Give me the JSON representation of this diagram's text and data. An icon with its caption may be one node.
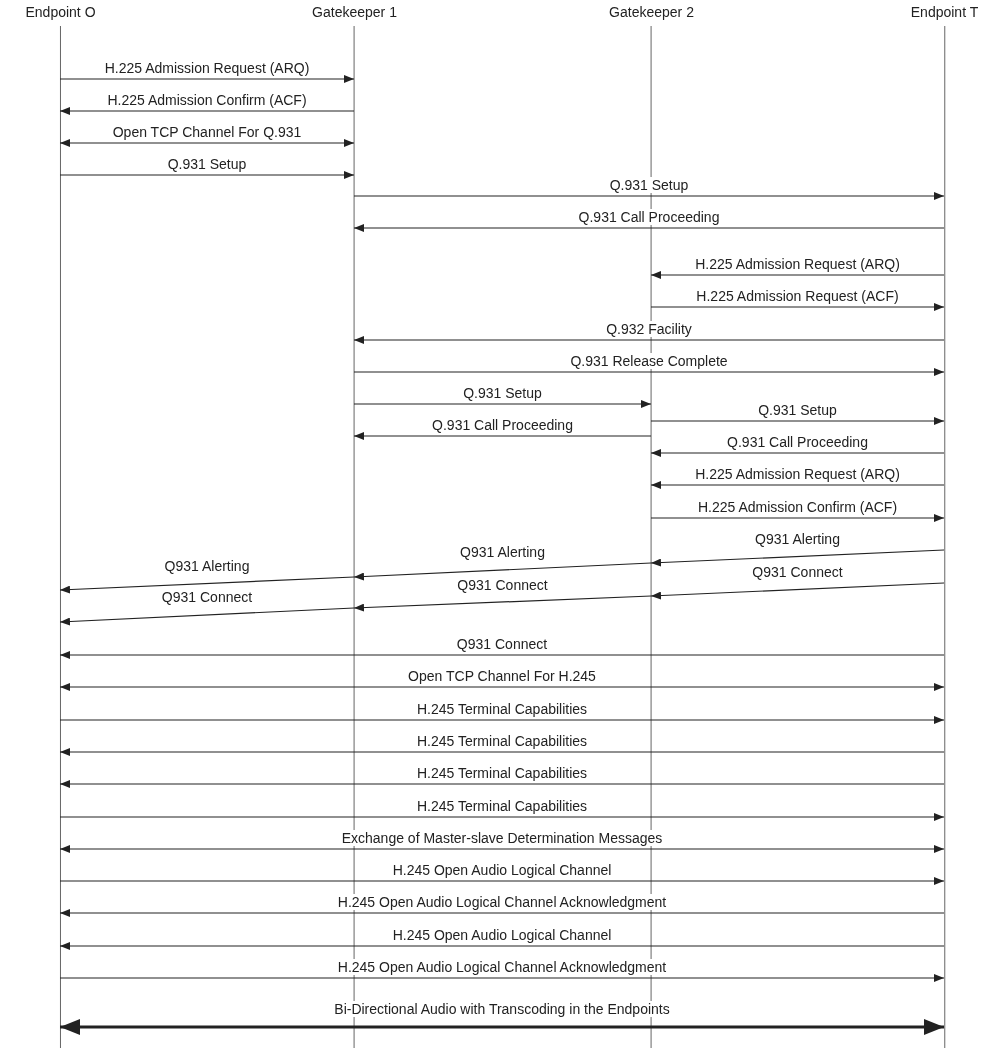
{
  "diagram": {
    "nodes": [
      {
        "text": [
          "Endpoint O"
        ]
      },
      {
        "text": [
          "Gatekeeper 1"
        ]
      },
      {
        "text": [
          "Gatekeeper 2"
        ]
      },
      {
        "text": [
          "Endpoint T"
        ]
      }
    ],
    "edges": [
      {
        "from": 0,
        "to": 1,
        "arrow": "to",
        "label": "H.225 Admission Request (ARQ)"
      },
      {
        "from": 1,
        "to": 0,
        "arrow": "to",
        "label": "H.225 Admission Confirm (ACF)"
      },
      {
        "from": 0,
        "to": 1,
        "arrow": "both",
        "label": "Open TCP Channel For Q.931"
      },
      {
        "from": 0,
        "to": 1,
        "arrow": "to",
        "label": "Q.931 Setup"
      },
      {
        "from": 1,
        "to": 3,
        "arrow": "to",
        "label": "Q.931 Setup"
      },
      {
        "from": 3,
        "to": 1,
        "arrow": "to",
        "label": "Q.931 Call Proceeding"
      },
      {
        "from": 3,
        "to": 2,
        "arrow": "to",
        "label": "H.225 Admission Request (ARQ)"
      },
      {
        "from": 2,
        "to": 3,
        "arrow": "to",
        "label": "H.225 Admission Request (ACF)"
      },
      {
        "from": 3,
        "to": 1,
        "arrow": "to",
        "label": "Q.932 Facility"
      },
      {
        "from": 1,
        "to": 3,
        "arrow": "to",
        "label": "Q.931 Release Complete"
      },
      {
        "from": 1,
        "to": 2,
        "arrow": "to",
        "label": "Q.931 Setup"
      },
      {
        "from": 2,
        "to": 1,
        "arrow": "to",
        "label": "Q.931 Call Proceeding"
      },
      {
        "from": 2,
        "to": 3,
        "arrow": "to",
        "label": "Q.931 Setup"
      },
      {
        "from": 3,
        "to": 2,
        "arrow": "to",
        "label": "Q.931 Call Proceeding"
      },
      {
        "from": 3,
        "to": 2,
        "arrow": "to",
        "label": "H.225 Admission Request (ARQ)"
      },
      {
        "from": 2,
        "to": 3,
        "arrow": "to",
        "label": "H.225 Admission Confirm (ACF)"
      },
      {
        "from": 3,
        "to": 2,
        "arrow": "to",
        "label": "Q931 Alerting"
      },
      {
        "from": 2,
        "to": 1,
        "arrow": "to",
        "label": "Q931 Alerting"
      },
      {
        "from": 1,
        "to": 0,
        "arrow": "to",
        "label": "Q931 Alerting"
      },
      {
        "from": 3,
        "to": 2,
        "arrow": "to",
        "label": "Q931 Connect"
      },
      {
        "from": 2,
        "to": 1,
        "arrow": "to",
        "label": "Q931 Connect"
      },
      {
        "from": 1,
        "to": 0,
        "arrow": "to",
        "label": "Q931 Connect"
      },
      {
        "from": 3,
        "to": 0,
        "arrow": "to",
        "label": "Q931 Connect"
      },
      {
        "from": 0,
        "to": 3,
        "arrow": "both",
        "label": "Open TCP Channel For H.245"
      },
      {
        "from": 0,
        "to": 3,
        "arrow": "to",
        "label": "H.245 Terminal Capabilities"
      },
      {
        "from": 3,
        "to": 0,
        "arrow": "to",
        "label": "H.245 Terminal Capabilities"
      },
      {
        "from": 3,
        "to": 0,
        "arrow": "to",
        "label": "H.245 Terminal Capabilities"
      },
      {
        "from": 0,
        "to": 3,
        "arrow": "to",
        "label": "H.245 Terminal Capabilities"
      },
      {
        "from": 0,
        "to": 3,
        "arrow": "both",
        "label": "Exchange of Master-slave Determination Messages"
      },
      {
        "from": 0,
        "to": 3,
        "arrow": "to",
        "label": "H.245 Open Audio Logical Channel"
      },
      {
        "from": 3,
        "to": 0,
        "arrow": "to",
        "label": "H.245 Open Audio Logical Channel Acknowledgment"
      },
      {
        "from": 3,
        "to": 0,
        "arrow": "to",
        "label": "H.245 Open Audio Logical Channel"
      },
      {
        "from": 0,
        "to": 3,
        "arrow": "to",
        "label": "H.245 Open Audio Logical Channel Acknowledgment"
      },
      {
        "from": 0,
        "to": 3,
        "arrow": "both",
        "label": "Bi-Directional Audio with Transcoding in the Endpoints",
        "style": "thick"
      }
    ]
  }
}
